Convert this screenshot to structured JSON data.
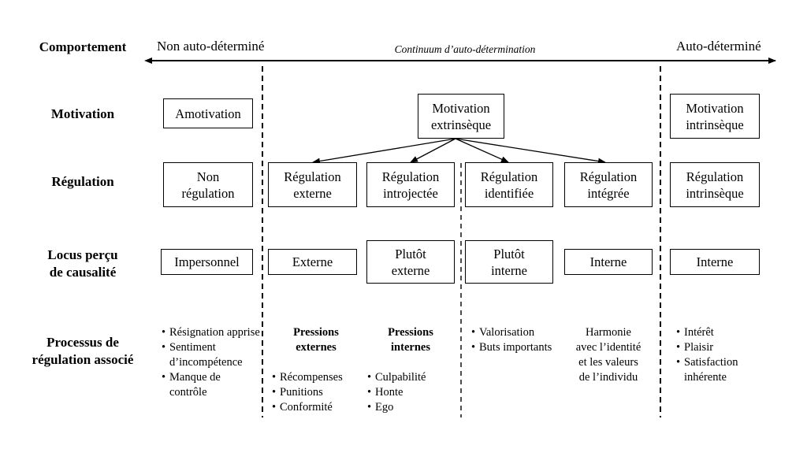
{
  "row_labels": {
    "comportement": "Comportement",
    "motivation": "Motivation",
    "regulation": "Régulation",
    "locus": [
      "Locus perçu",
      "de causalité"
    ],
    "processus": [
      "Processus de",
      "régulation associé"
    ]
  },
  "continuum": {
    "left": "Non auto-déterminé",
    "center": "Continuum d’auto-détermination",
    "right": "Auto-déterminé"
  },
  "motivation": {
    "amotivation": [
      "Amotivation"
    ],
    "extrinseque": [
      "Motivation",
      "extrinsèque"
    ],
    "intrinseque": [
      "Motivation",
      "intrinsèque"
    ]
  },
  "regulation": {
    "non": [
      "Non",
      "régulation"
    ],
    "externe": [
      "Régulation",
      "externe"
    ],
    "introjectee": [
      "Régulation",
      "introjectée"
    ],
    "identifiee": [
      "Régulation",
      "identifiée"
    ],
    "integree": [
      "Régulation",
      "intégrée"
    ],
    "intrinseque": [
      "Régulation",
      "intrinsèque"
    ]
  },
  "locus": {
    "impersonnel": [
      "Impersonnel"
    ],
    "externe": [
      "Externe"
    ],
    "plutot_externe": [
      "Plutôt",
      "externe"
    ],
    "plutot_interne": [
      "Plutôt",
      "interne"
    ],
    "interne1": [
      "Interne"
    ],
    "interne2": [
      "Interne"
    ]
  },
  "processus": {
    "amotivation": [
      "Résignation apprise",
      "Sentiment d’incompétence",
      "Manque de contrôle"
    ],
    "externe": {
      "heading": [
        "Pressions",
        "externes"
      ],
      "items": [
        "Récompenses",
        "Punitions",
        "Conformité"
      ]
    },
    "introjectee": {
      "heading": [
        "Pressions",
        "internes"
      ],
      "items": [
        "Culpabilité",
        "Honte",
        "Ego"
      ]
    },
    "identifiee": [
      "Valorisation",
      "Buts importants"
    ],
    "integree": [
      "Harmonie",
      "avec l’identité",
      "et les valeurs",
      "de l’individu"
    ],
    "intrinseque": [
      "Intérêt",
      "Plaisir",
      "Satisfaction inhérente"
    ]
  }
}
